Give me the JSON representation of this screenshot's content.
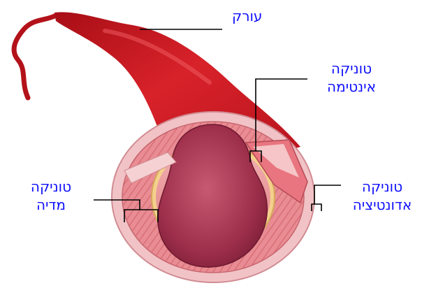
{
  "labels": {
    "artery": "עורק",
    "intima": [
      "טוניקה",
      "אינטימה"
    ],
    "media": [
      "טוניקה",
      "מדיה"
    ],
    "adventitia": [
      "טוניקה",
      "אדונטיציה"
    ]
  },
  "colors": {
    "label_text": "#1010ff",
    "leader_line": "#000000",
    "vessel_red": "#c4141c",
    "vessel_dark": "#8a0b12",
    "wall_pink": "#e8898f",
    "lumen": "#a83a55"
  }
}
